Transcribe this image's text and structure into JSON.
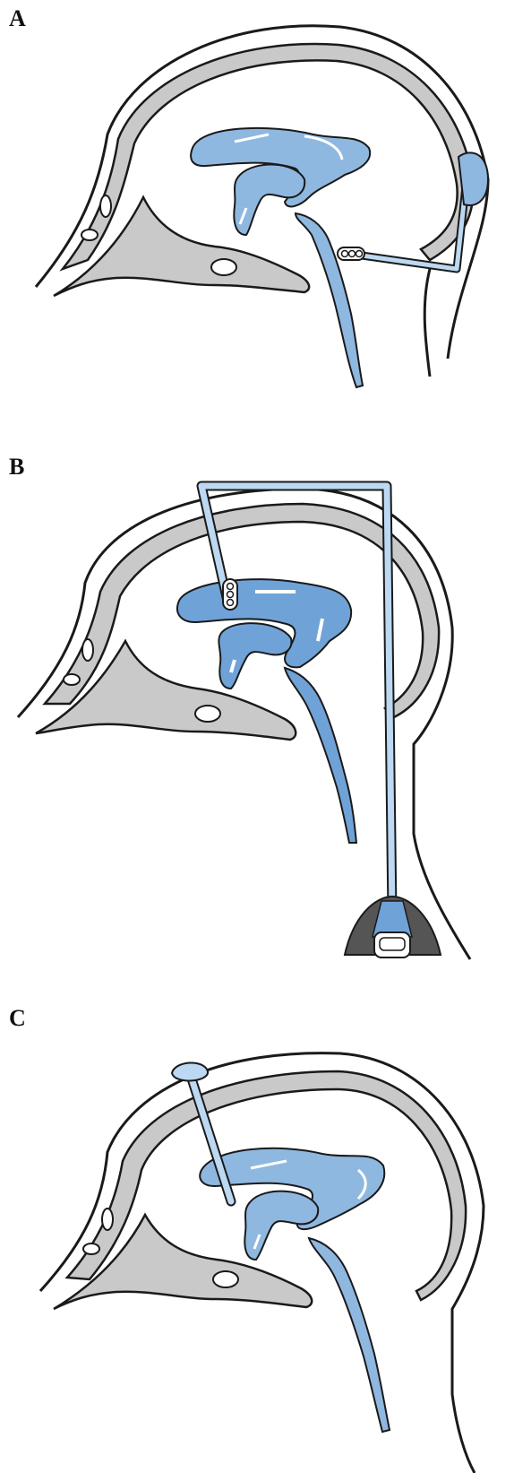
{
  "panels": [
    {
      "label": "A"
    },
    {
      "label": "B"
    },
    {
      "label": "C"
    }
  ],
  "colors": {
    "skull": "#c9c9c9",
    "csf": "#8fb8e0",
    "csf_dark": "#6fa3d8",
    "outline": "#1a1a1a",
    "valve": "#555555",
    "arrow": "#ffffff"
  }
}
